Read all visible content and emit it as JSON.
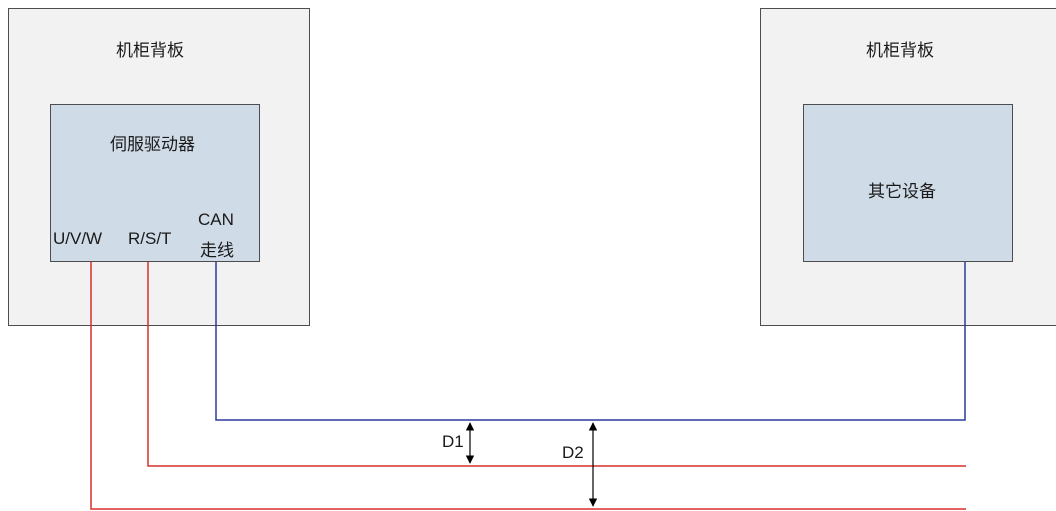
{
  "left_cabinet": {
    "title": "机柜背板"
  },
  "servo_drive": {
    "title": "伺服驱动器",
    "port_uvw": "U/V/W",
    "port_rst": "R/S/T",
    "port_can_line1": "CAN",
    "port_can_line2": "走线"
  },
  "right_cabinet": {
    "title": "机柜背板"
  },
  "other_device": {
    "title": "其它设备"
  },
  "distances": {
    "d1": "D1",
    "d2": "D2"
  },
  "colors": {
    "power_cable": "#d9302b",
    "can_cable": "#2b3a9c",
    "panel_fill": "#f2f2f2",
    "box_fill": "#cfdbe6"
  }
}
